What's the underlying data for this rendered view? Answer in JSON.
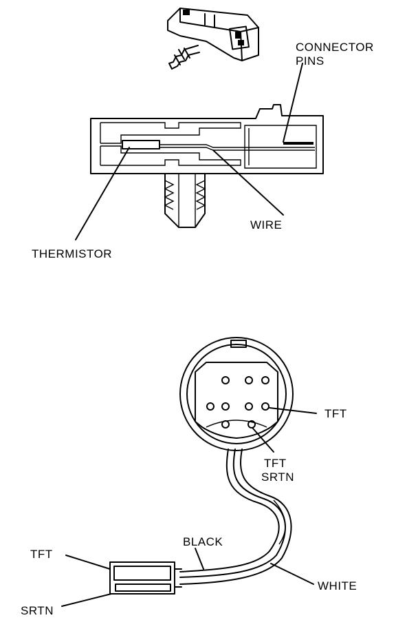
{
  "labels": {
    "connector_pins_line1": "CONNECTOR",
    "connector_pins_line2": "PINS",
    "wire": "WIRE",
    "thermistor": "THERMISTOR",
    "tft_pin": "TFT",
    "tft_srtn_line1": "TFT",
    "tft_srtn_line2": "SRTN",
    "black": "BLACK",
    "white": "WHITE",
    "tft_plug": "TFT",
    "srtn_plug": "SRTN"
  }
}
